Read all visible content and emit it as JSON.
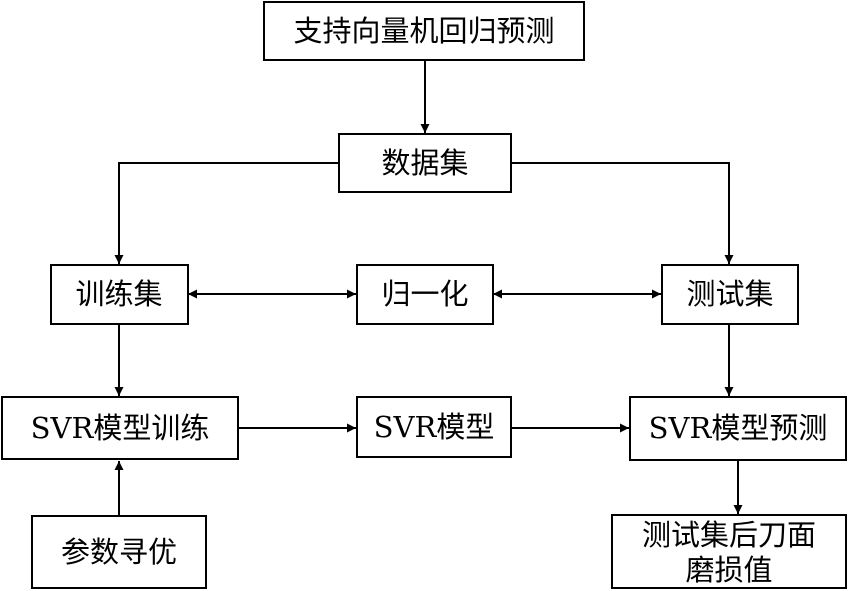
{
  "diagram": {
    "nodes": {
      "svr_regression": "支持向量机回归预测",
      "dataset": "数据集",
      "train_set": "训练集",
      "normalize": "归一化",
      "test_set": "测试集",
      "svr_training": "SVR模型训练",
      "svr_model": "SVR模型",
      "svr_predict": "SVR模型预测",
      "param_opt": "参数寻优",
      "result_line1": "测试集后刀面",
      "result_line2": "磨损值"
    },
    "edges": [
      {
        "from": "svr_regression",
        "to": "dataset"
      },
      {
        "from": "dataset",
        "to": "train_set"
      },
      {
        "from": "dataset",
        "to": "test_set"
      },
      {
        "from": "train_set",
        "to": "normalize",
        "bidirectional": true
      },
      {
        "from": "normalize",
        "to": "test_set",
        "bidirectional": true
      },
      {
        "from": "train_set",
        "to": "svr_training"
      },
      {
        "from": "param_opt",
        "to": "svr_training"
      },
      {
        "from": "svr_training",
        "to": "svr_model"
      },
      {
        "from": "svr_model",
        "to": "svr_predict"
      },
      {
        "from": "test_set",
        "to": "svr_predict"
      },
      {
        "from": "svr_predict",
        "to": "wear_result"
      }
    ],
    "colors": {
      "line": "#000000",
      "box_fill": "#ffffff",
      "text": "#000000"
    }
  }
}
